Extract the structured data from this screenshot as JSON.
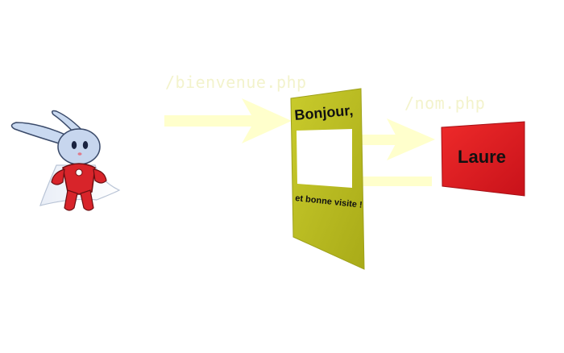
{
  "labels": {
    "bienvenue_script": "/bienvenue.php",
    "nom_script": "/nom.php"
  },
  "page_panel": {
    "greeting": "Bonjour,",
    "footer": "et bonne visite !"
  },
  "name_panel": {
    "value": "Laure"
  },
  "icons": {
    "mascot": "rabbit-superhero-mascot-icon",
    "arrow_to_page": "arrow-right-icon",
    "arrow_to_name": "arrow-right-icon",
    "arrow_back": "arrow-left-icon"
  },
  "colors": {
    "arrow": "#ffffcc",
    "label_text": "#f3f3cc",
    "page_panel_fill": "#c2c426",
    "page_panel_edge": "#9ea11a",
    "name_panel_fill": "#e61d21",
    "text_dark": "#111111"
  }
}
